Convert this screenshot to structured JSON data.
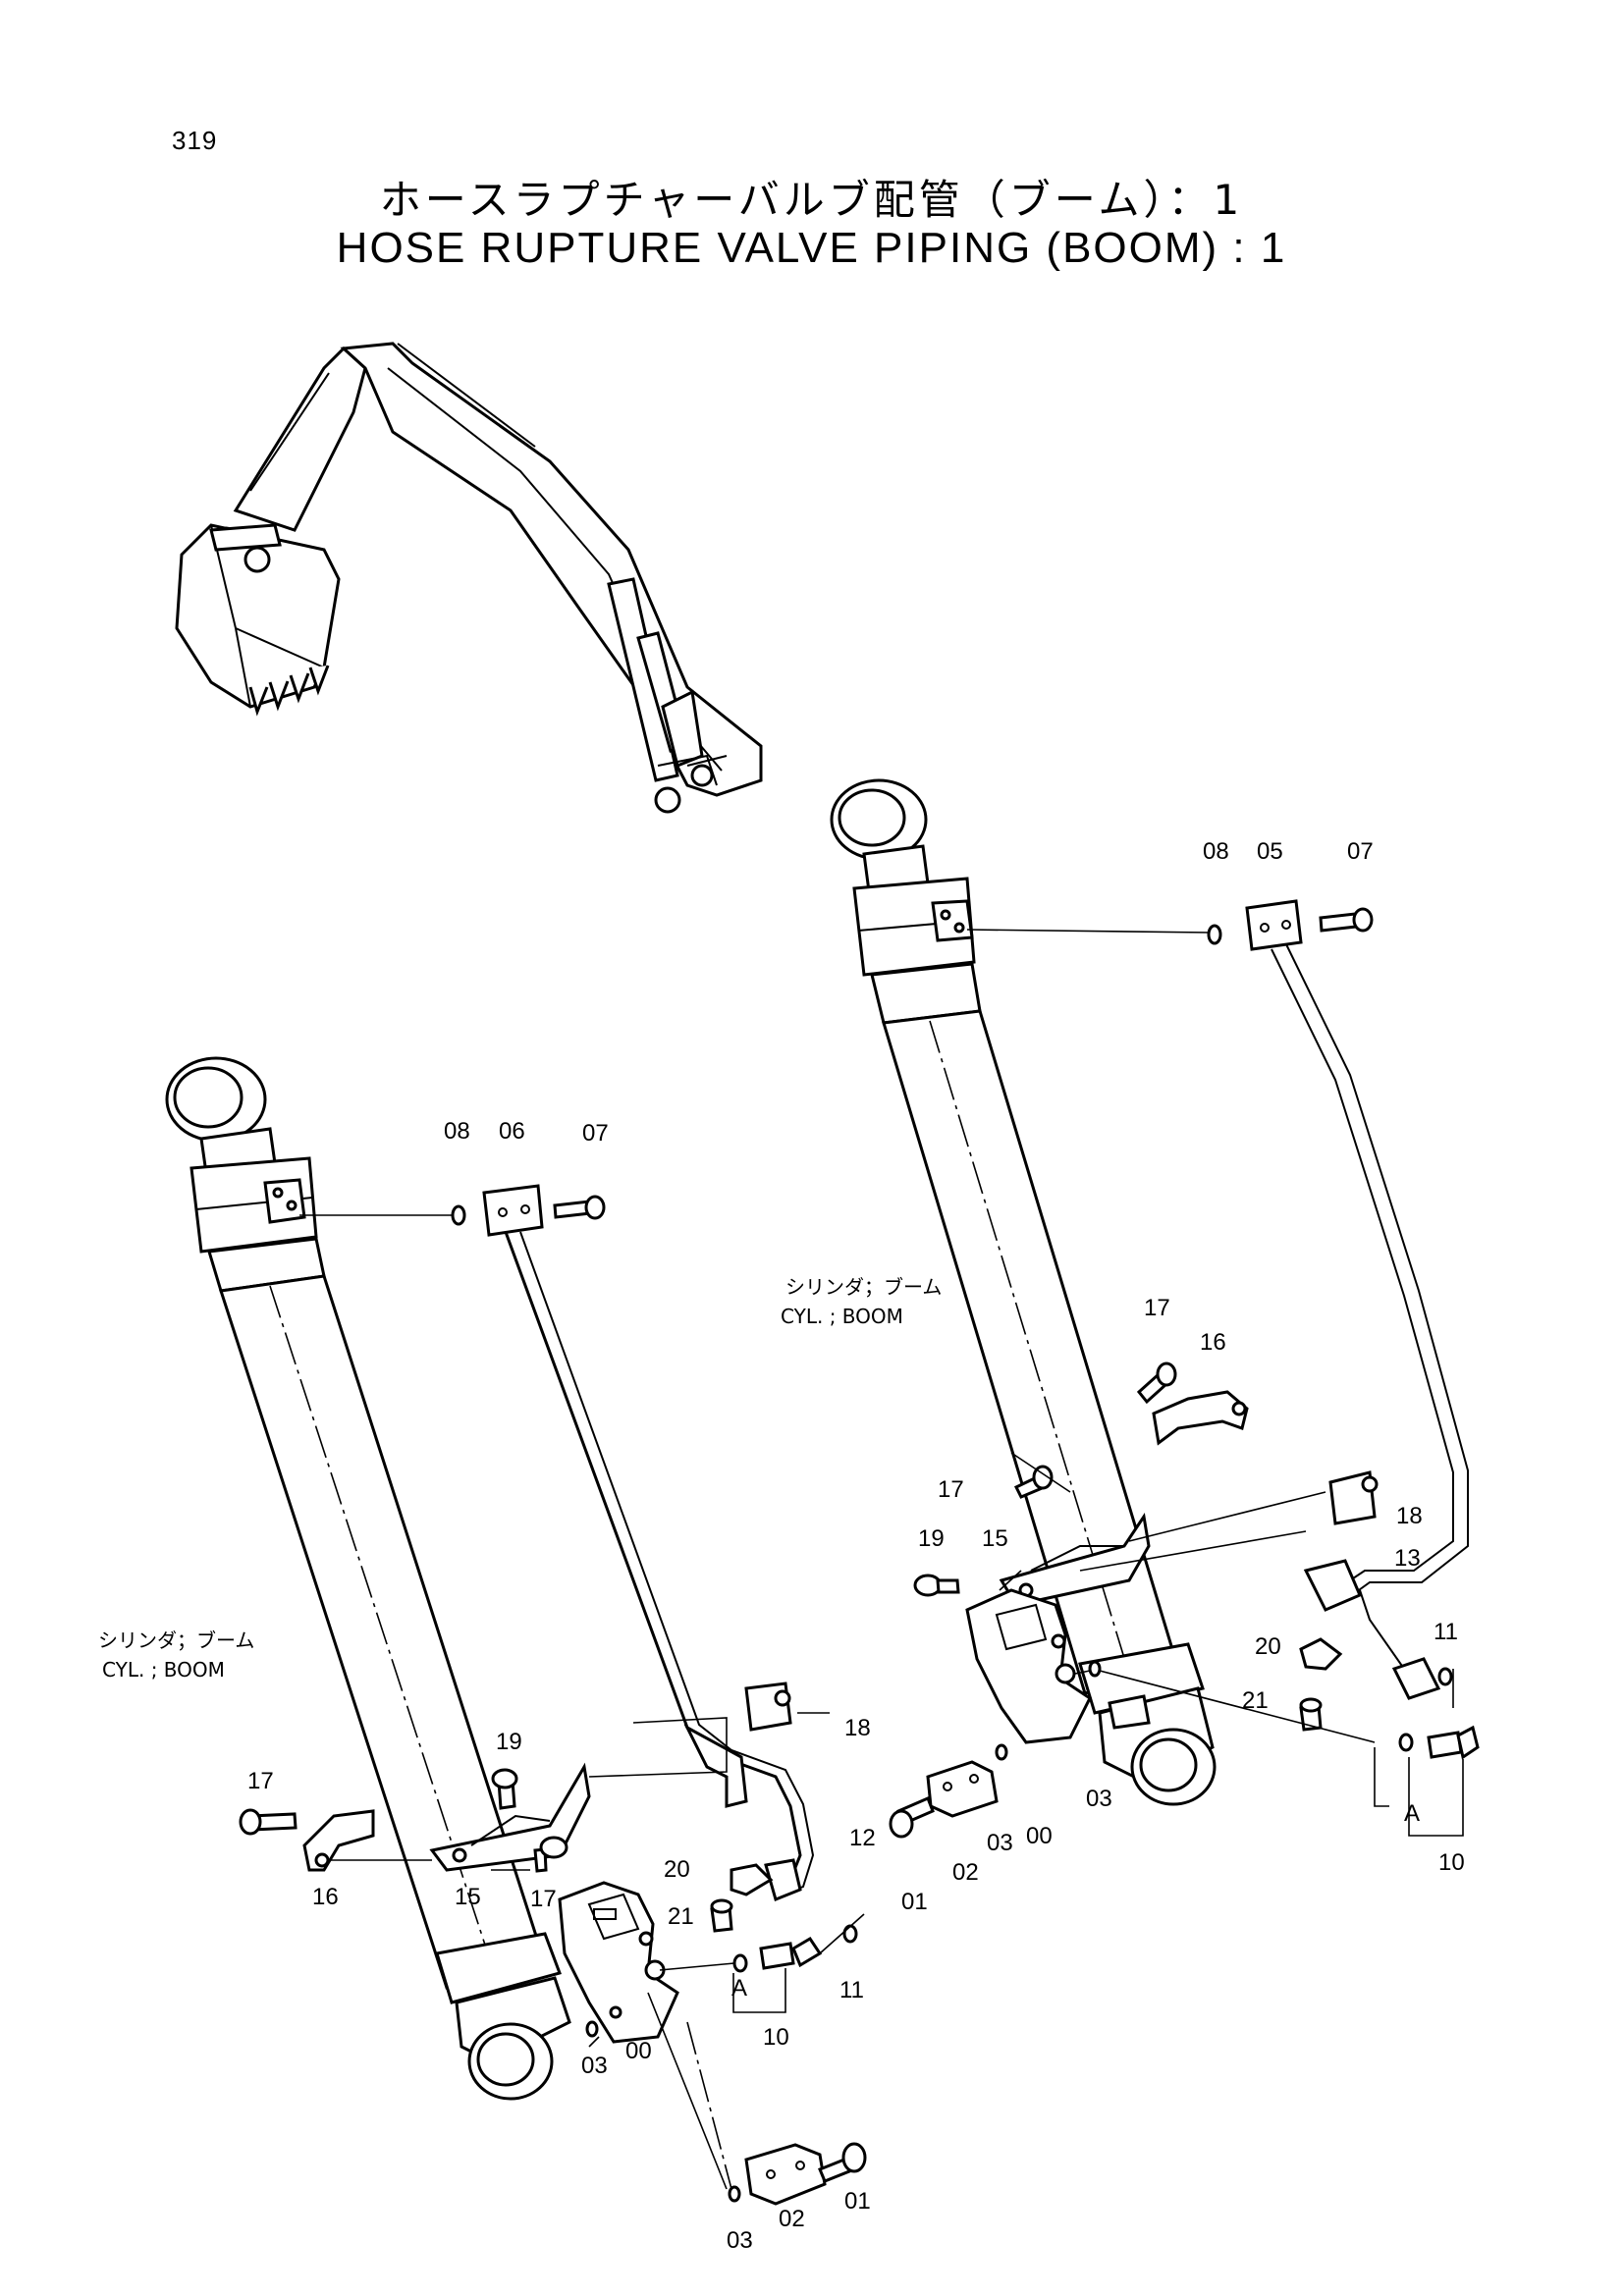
{
  "page_number": "319",
  "title_ja": "ホースラプチャーバルブ配管（ブーム）：1",
  "title_en": "HOSE RUPTURE VALVE PIPING (BOOM) : 1",
  "left_assembly": {
    "cyl_label_ja": "シリンダ；ブーム",
    "cyl_label_en": "CYL. ; BOOM",
    "labels": {
      "p08": "08",
      "p06": "06",
      "p07": "07",
      "p19": "19",
      "p18": "18",
      "p17a": "17",
      "p17b": "17",
      "p16": "16",
      "p15": "15",
      "p12": "12",
      "p20": "20",
      "p21": "21",
      "pA": "A",
      "p11": "11",
      "p10": "10",
      "p03a": "03",
      "p00": "00",
      "p03b": "03",
      "p02": "02",
      "p01": "01"
    }
  },
  "right_assembly": {
    "cyl_label_ja": "シリンダ；ブーム",
    "cyl_label_en": "CYL. ; BOOM",
    "labels": {
      "p08": "08",
      "p05": "05",
      "p07": "07",
      "p17a": "17",
      "p16": "16",
      "p17b": "17",
      "p19": "19",
      "p15": "15",
      "p18": "18",
      "p13": "13",
      "p20": "20",
      "p11": "11",
      "p21": "21",
      "pA": "A",
      "p10": "10",
      "p03a": "03",
      "p00": "00",
      "p03b": "03",
      "p02": "02",
      "p01": "01"
    }
  }
}
